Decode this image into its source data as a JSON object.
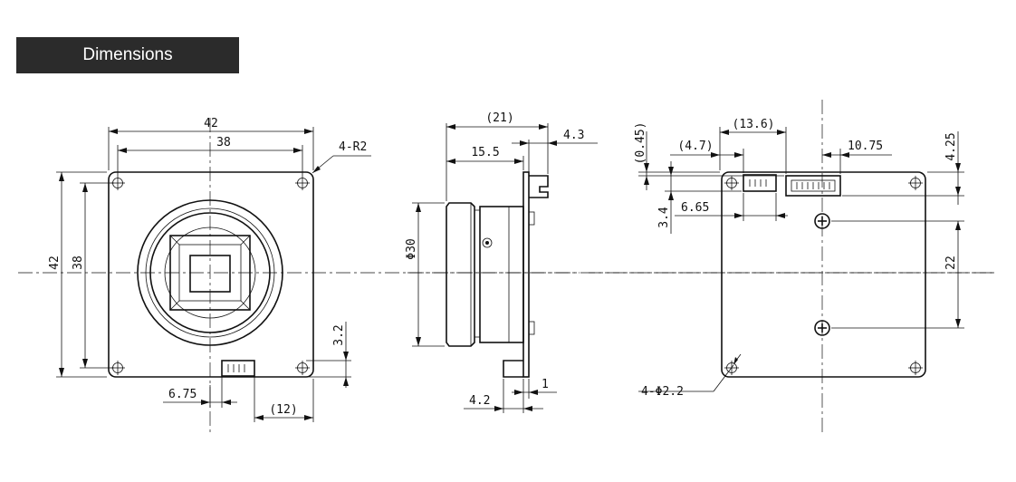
{
  "header": {
    "title": "Dimensions"
  },
  "front_view": {
    "width_outer": "42",
    "width_holes": "38",
    "height_outer": "42",
    "height_holes": "38",
    "corner_radius": "4-R2",
    "connector_height": "3.2",
    "connector_offset": "6.75",
    "connector_distance": "(12)"
  },
  "side_view": {
    "overall_length": "(21)",
    "connector_protrusion": "4.3",
    "body_length": "15.5",
    "lens_diameter": "Φ30",
    "plate_thickness": "4.2",
    "flange": "1"
  },
  "rear_view": {
    "offset_small": "(0.45)",
    "connector_pos": "(4.7)",
    "connector_span": "(13.6)",
    "right_offset": "10.75",
    "top_offset": "4.25",
    "height_small": "3.4",
    "connector_width": "6.65",
    "screw_spacing": "22",
    "mount_holes": "4-Φ2.2"
  }
}
